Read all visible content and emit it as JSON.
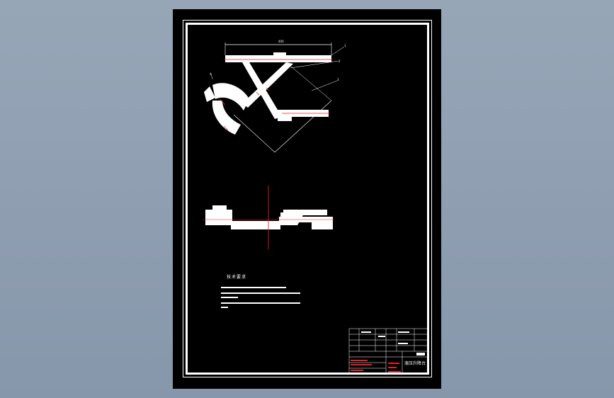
{
  "drawing": {
    "tech_heading": "技术要求",
    "title": "液压升降台",
    "dimension_top": "400",
    "balloons": [
      "1",
      "2",
      "3",
      "4"
    ]
  },
  "colors": {
    "background": "#8e9db0",
    "sheet": "#000000",
    "lines": "#ffffff",
    "centerline": "#e0202a"
  }
}
